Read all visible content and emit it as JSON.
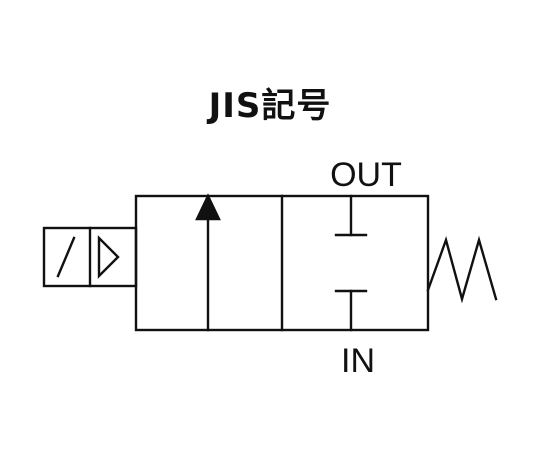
{
  "title": "JIS記号",
  "ports": {
    "out_label": "OUT",
    "in_label": "IN"
  },
  "components": {
    "actuator": "solenoid",
    "return": "spring",
    "positions": 2
  },
  "colors": {
    "line": "#111111",
    "background": "#ffffff"
  }
}
